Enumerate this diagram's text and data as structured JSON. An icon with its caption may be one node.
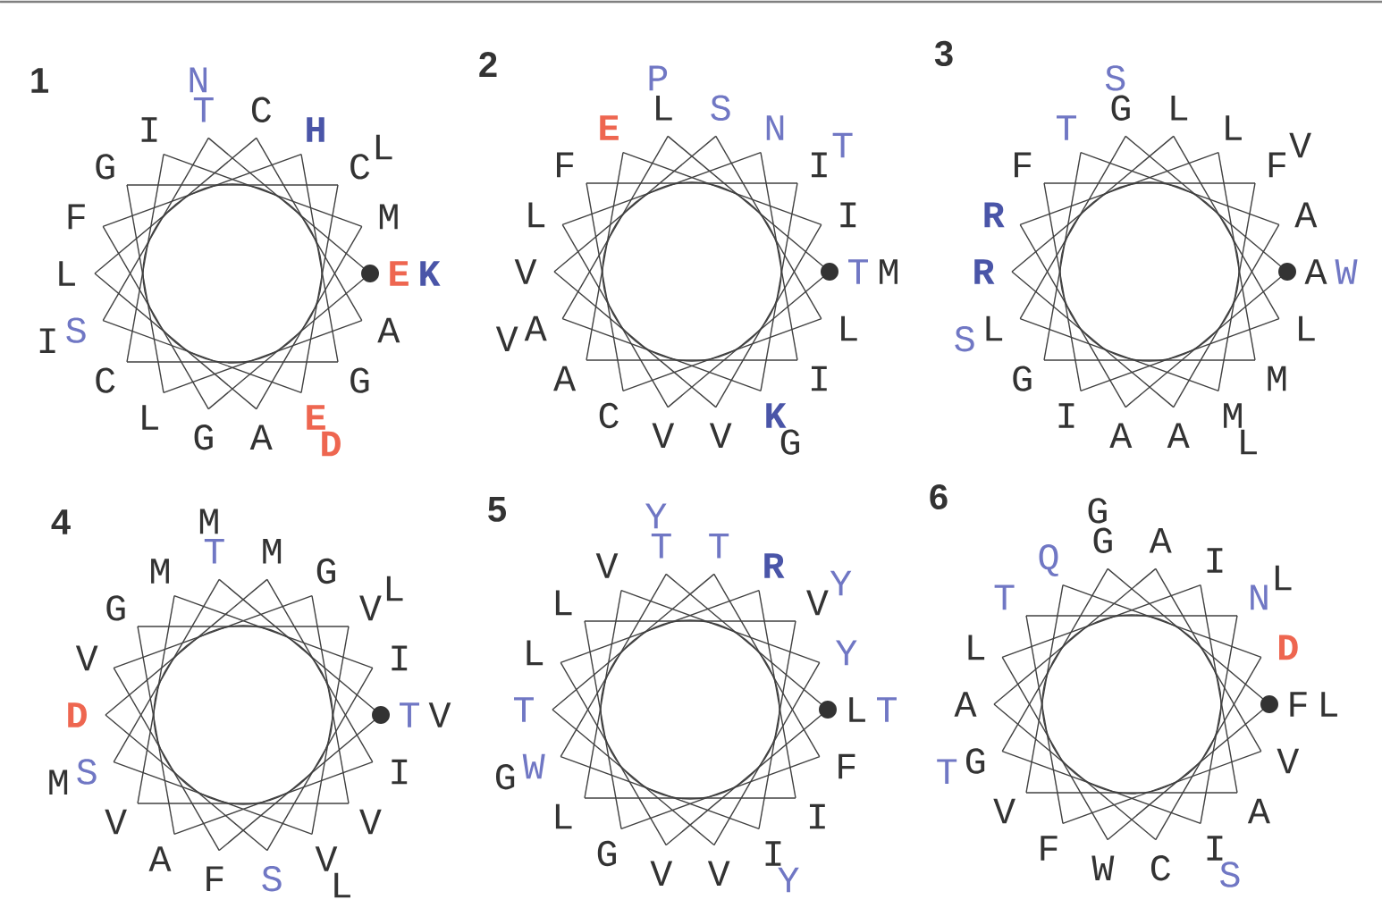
{
  "diagram": {
    "labels": [
      "1",
      "E",
      "K",
      "M",
      "C",
      "L",
      "H",
      "C",
      "T",
      "N",
      "I",
      "G",
      "F",
      "L",
      "S",
      "I",
      "C",
      "L",
      "G",
      "A",
      "E",
      "D",
      "G",
      "A",
      "2",
      "T",
      "M",
      "I",
      "I",
      "T",
      "N",
      "S",
      "L",
      "P",
      "E",
      "F",
      "L",
      "V",
      "A",
      "V",
      "A",
      "C",
      "V",
      "V",
      "K",
      "G",
      "I",
      "L",
      "3",
      "A",
      "W",
      "A",
      "F",
      "V",
      "L",
      "L",
      "G",
      "S",
      "T",
      "F",
      "R",
      "R",
      "L",
      "S",
      "G",
      "I",
      "A",
      "A",
      "M",
      "L",
      "M",
      "L",
      "4",
      "T",
      "V",
      "I",
      "V",
      "L",
      "G",
      "M",
      "T",
      "M",
      "M",
      "G",
      "V",
      "D",
      "S",
      "M",
      "V",
      "A",
      "F",
      "S",
      "V",
      "L",
      "V",
      "I",
      "5",
      "L",
      "T",
      "Y",
      "V",
      "Y",
      "R",
      "T",
      "T",
      "Y",
      "V",
      "L",
      "L",
      "T",
      "W",
      "G",
      "L",
      "G",
      "V",
      "V",
      "I",
      "Y",
      "I",
      "F",
      "6",
      "F",
      "L",
      "D",
      "N",
      "L",
      "I",
      "A",
      "G",
      "G",
      "Q",
      "T",
      "L",
      "A",
      "G",
      "T",
      "V",
      "F",
      "W",
      "C",
      "I",
      "S",
      "A",
      "V"
    ]
  }
}
